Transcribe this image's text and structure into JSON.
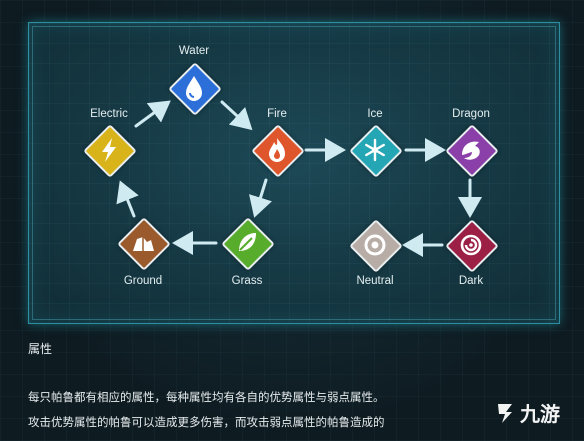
{
  "diagram": {
    "elements": [
      {
        "id": "water",
        "name": "Water",
        "color": "#2d6fd8"
      },
      {
        "id": "fire",
        "name": "Fire",
        "color": "#e0562c"
      },
      {
        "id": "grass",
        "name": "Grass",
        "color": "#57ac2c"
      },
      {
        "id": "ground",
        "name": "Ground",
        "color": "#9a5a2c"
      },
      {
        "id": "electric",
        "name": "Electric",
        "color": "#d9b31a"
      },
      {
        "id": "ice",
        "name": "Ice",
        "color": "#24a6b5"
      },
      {
        "id": "dragon",
        "name": "Dragon",
        "color": "#8b3fa8"
      },
      {
        "id": "dark",
        "name": "Dark",
        "color": "#9c1f45"
      },
      {
        "id": "neutral",
        "name": "Neutral",
        "color": "#b8aca6"
      }
    ],
    "relations": [
      [
        "Water",
        "Fire"
      ],
      [
        "Fire",
        "Grass"
      ],
      [
        "Grass",
        "Ground"
      ],
      [
        "Ground",
        "Electric"
      ],
      [
        "Electric",
        "Water"
      ],
      [
        "Fire",
        "Ice"
      ],
      [
        "Ice",
        "Dragon"
      ],
      [
        "Dragon",
        "Dark"
      ],
      [
        "Dark",
        "Neutral"
      ]
    ]
  },
  "section": {
    "title": "属性",
    "line1": "每只帕鲁都有相应的属性，每种属性均有各自的优势属性与弱点属性。",
    "line2": "攻击优势属性的帕鲁可以造成更多伤害，而攻击弱点属性的帕鲁造成的"
  },
  "watermark": {
    "text": "九游"
  },
  "accent": "#2c8fa0"
}
